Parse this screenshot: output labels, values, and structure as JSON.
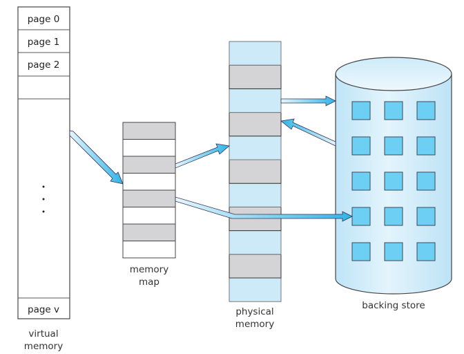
{
  "diagram": {
    "virtual_memory": {
      "label_line1": "virtual",
      "label_line2": "memory",
      "pages": [
        "page 0",
        "page 1",
        "page 2",
        "",
        "page v"
      ],
      "ellipsis": "· · ·"
    },
    "memory_map": {
      "label_line1": "memory",
      "label_line2": "map",
      "rows": [
        "gray",
        "white",
        "gray",
        "white",
        "gray",
        "white",
        "gray",
        "white"
      ]
    },
    "physical_memory": {
      "label_line1": "physical",
      "label_line2": "memory",
      "frames": [
        "blue",
        "gray",
        "blue",
        "gray",
        "blue",
        "gray",
        "blue",
        "gray",
        "blue",
        "gray",
        "blue"
      ]
    },
    "backing_store": {
      "label": "backing store",
      "grid_rows": 5,
      "grid_cols": 3
    },
    "colors": {
      "frame_blue": "#cdeaf8",
      "frame_gray": "#d4d4d6",
      "block_blue": "#6ccff3",
      "arrow_blue": "#2fb4e8",
      "outline": "#555555"
    }
  }
}
